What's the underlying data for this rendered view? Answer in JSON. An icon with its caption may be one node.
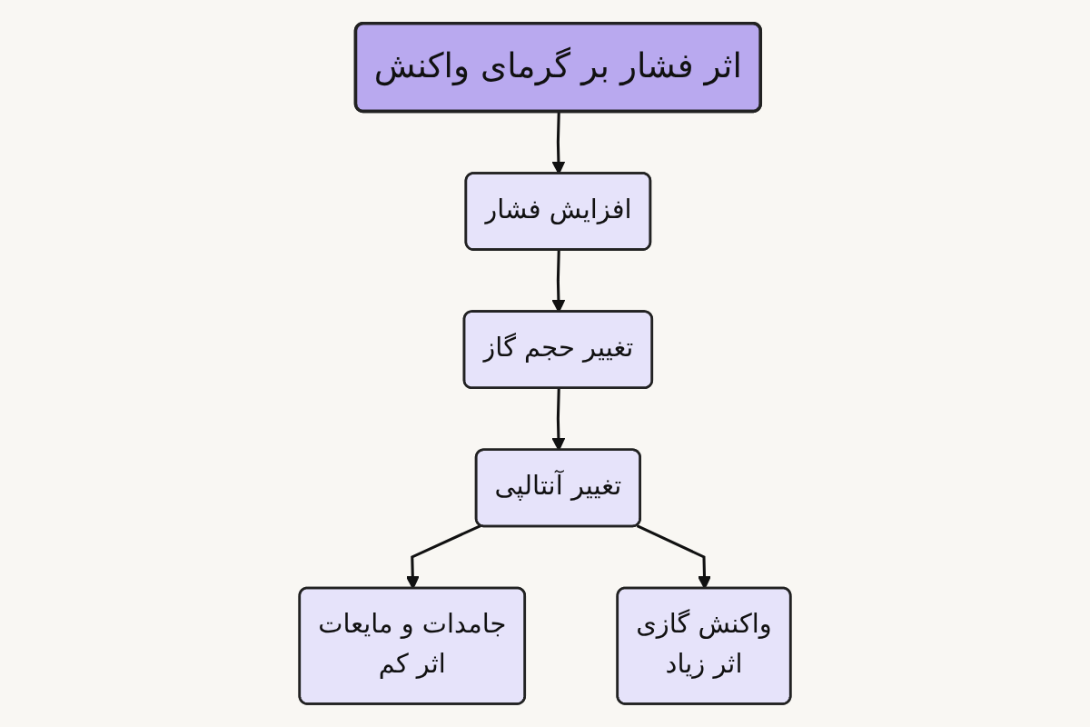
{
  "diagram": {
    "nodes": [
      {
        "text": [
          "اثر فشار بر گرمای واکنش"
        ]
      },
      {
        "text": [
          "افزایش فشار"
        ]
      },
      {
        "text": [
          "تغییر حجم گاز"
        ]
      },
      {
        "text": [
          "تغییر آنتالپی"
        ]
      },
      {
        "text": [
          "جامدات و مایعات",
          "اثر کم"
        ]
      },
      {
        "text": [
          "واکنش گازی",
          "اثر زیاد"
        ]
      }
    ],
    "edges": [
      {
        "from": 0,
        "to": 1,
        "arrow": "to"
      },
      {
        "from": 1,
        "to": 2,
        "arrow": "to"
      },
      {
        "from": 2,
        "to": 3,
        "arrow": "to"
      },
      {
        "from": 3,
        "to": 4,
        "arrow": "to"
      },
      {
        "from": 3,
        "to": 5,
        "arrow": "to"
      }
    ]
  }
}
